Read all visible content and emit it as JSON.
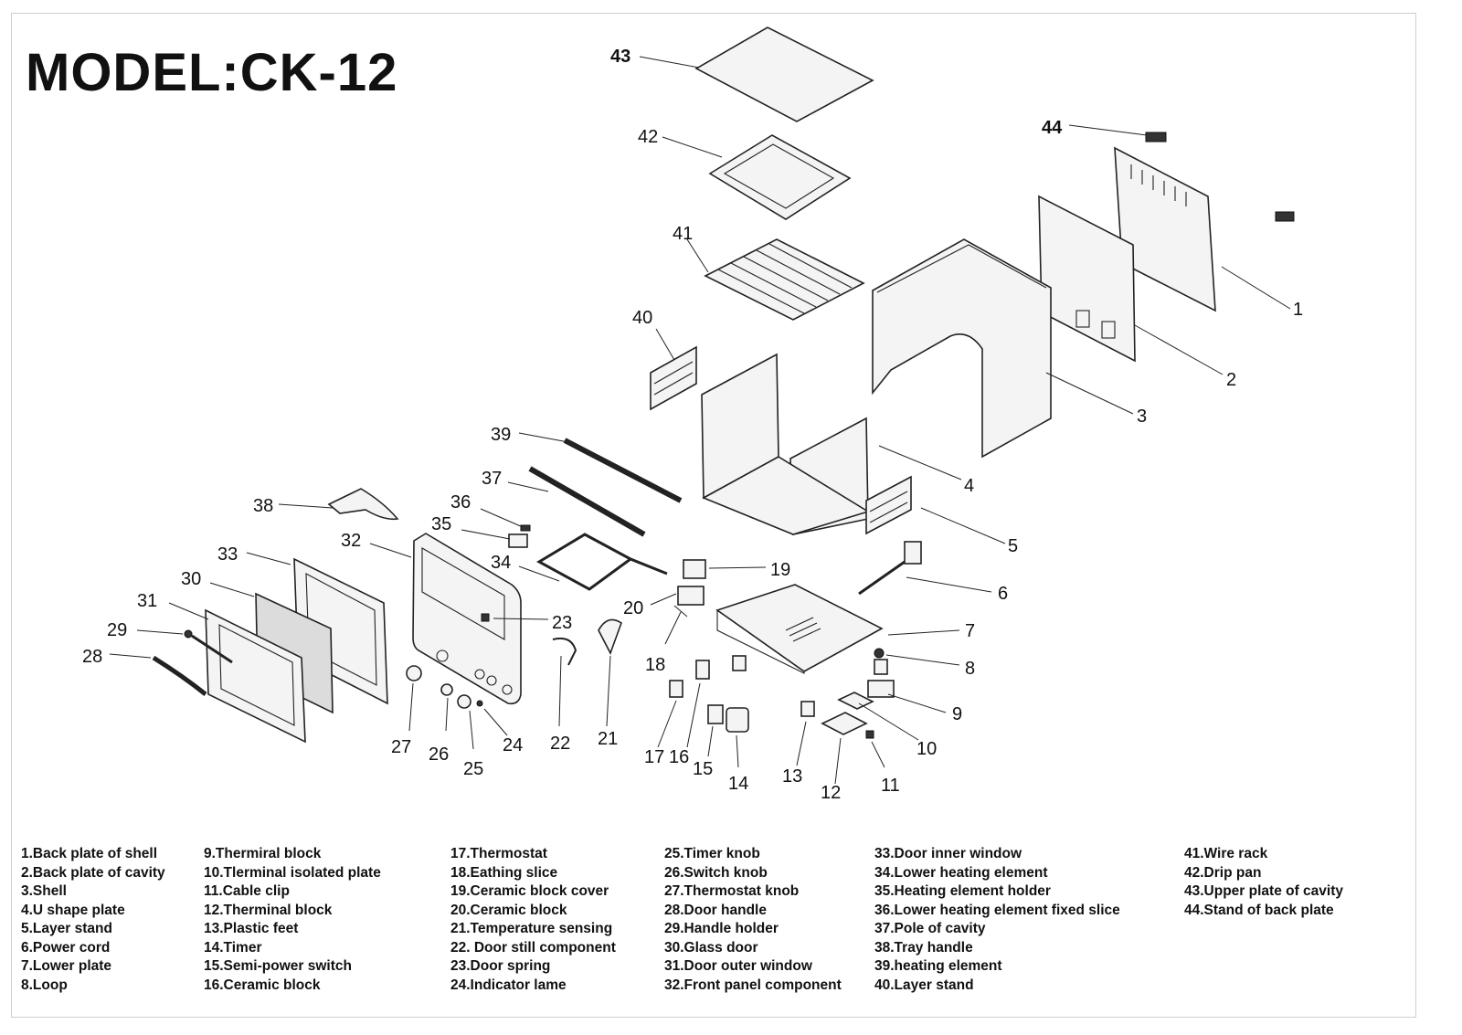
{
  "title": "MODEL:CK-12",
  "callouts": {
    "c1": "1",
    "c2": "2",
    "c3": "3",
    "c4": "4",
    "c5": "5",
    "c6": "6",
    "c7": "7",
    "c8": "8",
    "c9": "9",
    "c10": "10",
    "c11": "11",
    "c12": "12",
    "c13": "13",
    "c14": "14",
    "c15": "15",
    "c16": "16",
    "c17": "17",
    "c18": "18",
    "c19": "19",
    "c20": "20",
    "c21": "21",
    "c22": "22",
    "c23": "23",
    "c24": "24",
    "c25": "25",
    "c26": "26",
    "c27": "27",
    "c28": "28",
    "c29": "29",
    "c30": "30",
    "c31": "31",
    "c32": "32",
    "c33": "33",
    "c34": "34",
    "c35": "35",
    "c36": "36",
    "c37": "37",
    "c38": "38",
    "c39": "39",
    "c40": "40",
    "c41": "41",
    "c42": "42",
    "c43": "43",
    "c44": "44"
  },
  "legend": {
    "col1": [
      "1.Back plate of shell",
      "2.Back plate of cavity",
      "3.Shell",
      "4.U shape plate",
      "5.Layer stand",
      "6.Power cord",
      "7.Lower plate",
      "8.Loop"
    ],
    "col2": [
      "9.Thermiral block",
      "10.Tlerminal isolated plate",
      "11.Cable clip",
      "12.Therminal block",
      "13.Plastic feet",
      "14.Timer",
      "15.Semi-power switch",
      "16.Ceramic block"
    ],
    "col3": [
      "17.Thermostat",
      "18.Eathing slice",
      "19.Ceramic block cover",
      "20.Ceramic block",
      "21.Temperature sensing",
      "22. Door still component",
      "23.Door spring",
      "24.Indicator lame"
    ],
    "col4": [
      "25.Timer knob",
      "26.Switch knob",
      "27.Thermostat knob",
      "28.Door handle",
      "29.Handle holder",
      "30.Glass door",
      "31.Door outer window",
      "32.Front panel component"
    ],
    "col5": [
      "33.Door inner window",
      "34.Lower heating element",
      "35.Heating element holder",
      "36.Lower heating element fixed slice",
      "37.Pole of cavity",
      "38.Tray handle",
      "39.heating element",
      "40.Layer stand"
    ],
    "col6": [
      "41.Wire rack",
      "42.Drip pan",
      "43.Upper plate of cavity",
      "44.Stand of back plate"
    ]
  }
}
